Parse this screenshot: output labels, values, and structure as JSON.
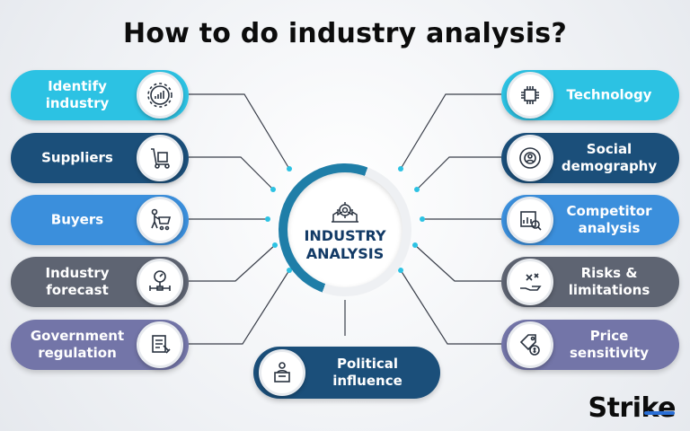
{
  "title": "How to do industry analysis?",
  "center": {
    "line1": "INDUSTRY",
    "line2": "ANALYSIS",
    "color": "#123a66"
  },
  "left_items": [
    {
      "label": "Identify industry",
      "icon": "gear-chart-icon",
      "color": "#2cc2e3"
    },
    {
      "label": "Suppliers",
      "icon": "hand-truck-icon",
      "color": "#1b4f7a"
    },
    {
      "label": "Buyers",
      "icon": "shopping-cart-person-icon",
      "color": "#3b8fdc"
    },
    {
      "label": "Industry forecast",
      "icon": "gauge-pipeline-icon",
      "color": "#5e6472"
    },
    {
      "label": "Government regulation",
      "icon": "regulation-document-icon",
      "color": "#7375a8"
    }
  ],
  "right_items": [
    {
      "label": "Technology",
      "icon": "chip-circuit-icon",
      "color": "#2cc2e3"
    },
    {
      "label": "Social demography",
      "icon": "people-target-icon",
      "color": "#1b4f7a"
    },
    {
      "label": "Competitor analysis",
      "icon": "chart-magnifier-icon",
      "color": "#3b8fdc"
    },
    {
      "label": "Risks & limitations",
      "icon": "hand-risk-icon",
      "color": "#5e6472"
    },
    {
      "label": "Price sensitivity",
      "icon": "price-tag-icon",
      "color": "#7375a8"
    }
  ],
  "bottom_item": {
    "label": "Political influence",
    "icon": "podium-speaker-icon",
    "color": "#1b4f7a"
  },
  "brand": {
    "name": "Strike",
    "accent": "#2a6fd6"
  },
  "connector_color": "#3a3f4a",
  "dot_color": "#2cc2e3"
}
